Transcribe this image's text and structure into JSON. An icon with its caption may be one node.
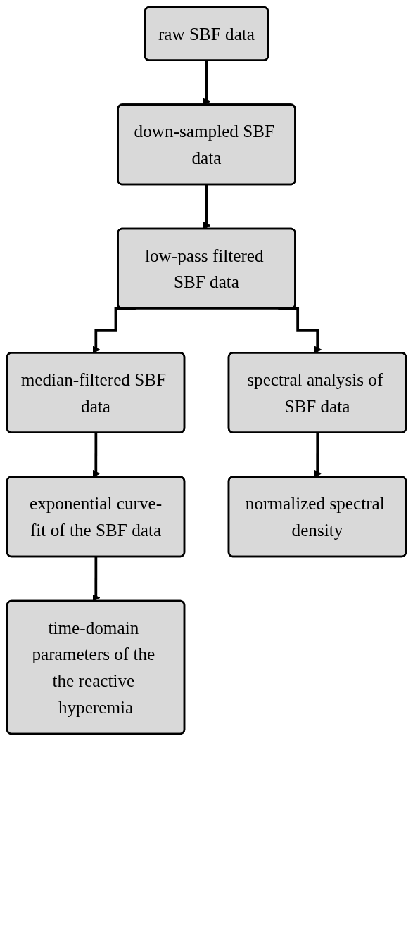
{
  "diagram": {
    "nodes": [
      {
        "text": [
          "raw SBF data"
        ]
      },
      {
        "text": [
          "down-sampled SBF data"
        ]
      },
      {
        "text": [
          "low-pass filtered SBF data"
        ]
      },
      {
        "text": [
          "median-filtered SBF data"
        ]
      },
      {
        "text": [
          "spectral analysis of SBF data"
        ]
      },
      {
        "text": [
          "exponential curve-fit of the SBF data"
        ]
      },
      {
        "text": [
          "normalized spectral density"
        ]
      },
      {
        "text": [
          "time-domain parameters of the the reactive hyperemia"
        ]
      }
    ],
    "edges": [
      {
        "from": 0,
        "to": 1,
        "arrow": "to"
      },
      {
        "from": 1,
        "to": 2,
        "arrow": "to"
      },
      {
        "from": 2,
        "to": 3,
        "arrow": "to"
      },
      {
        "from": 2,
        "to": 4,
        "arrow": "to"
      },
      {
        "from": 3,
        "to": 5,
        "arrow": "to"
      },
      {
        "from": 4,
        "to": 6,
        "arrow": "to"
      },
      {
        "from": 5,
        "to": 7,
        "arrow": "to"
      }
    ]
  }
}
